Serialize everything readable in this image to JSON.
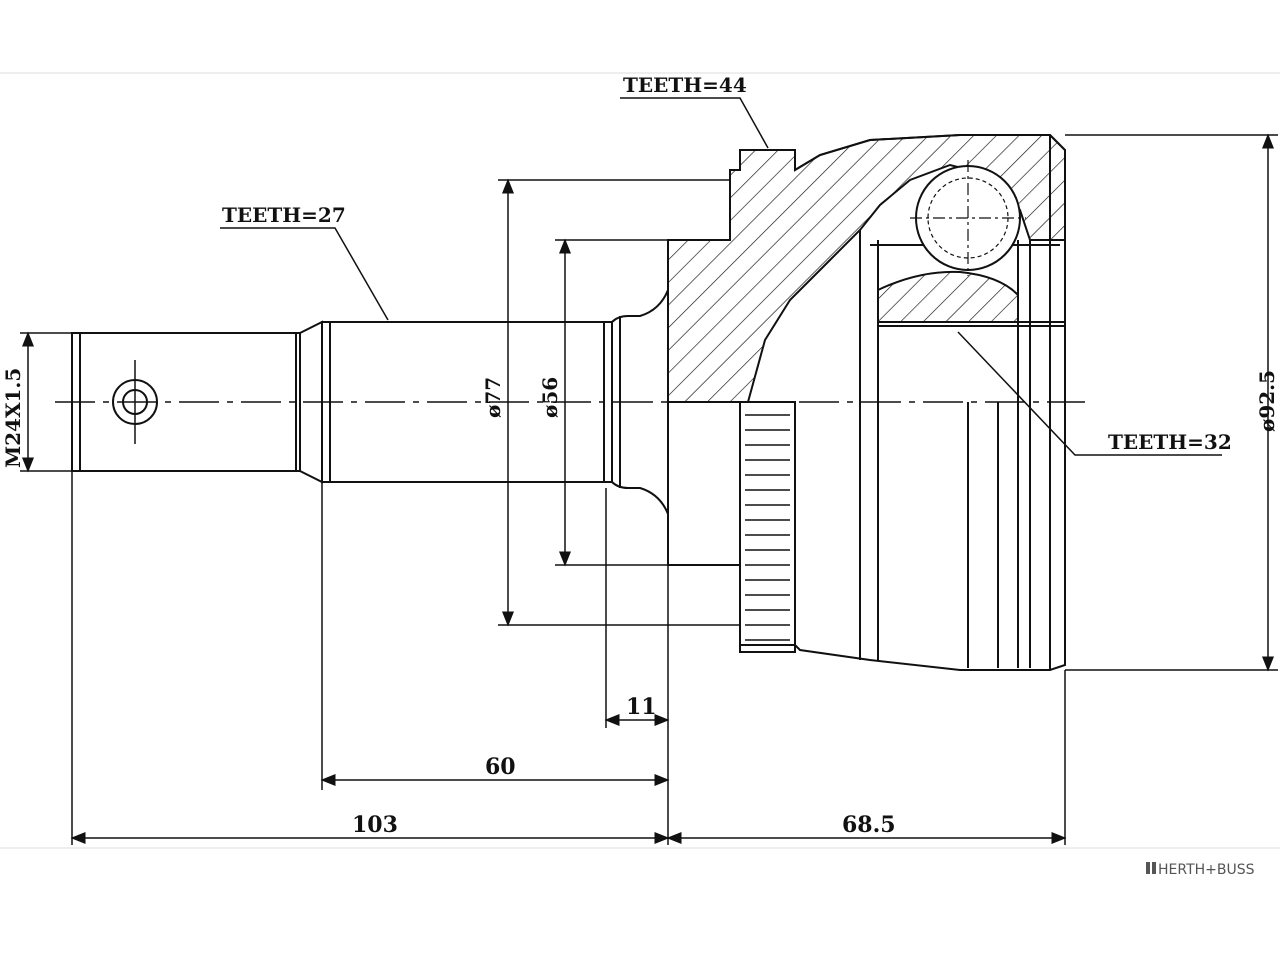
{
  "labels": {
    "teeth_outer": "TEETH=44",
    "teeth_shaft": "TEETH=27",
    "teeth_inner": "TEETH=32",
    "thread": "M24X1.5",
    "dia_77": "ø77",
    "dia_56": "ø56",
    "dia_92_5": "ø92.5"
  },
  "dimensions": {
    "d_11": "11",
    "d_60": "60",
    "d_103": "103",
    "d_68_5": "68.5"
  },
  "brand": "HERTH+BUSS",
  "colors": {
    "line": "#111111",
    "brand": "#555555"
  }
}
